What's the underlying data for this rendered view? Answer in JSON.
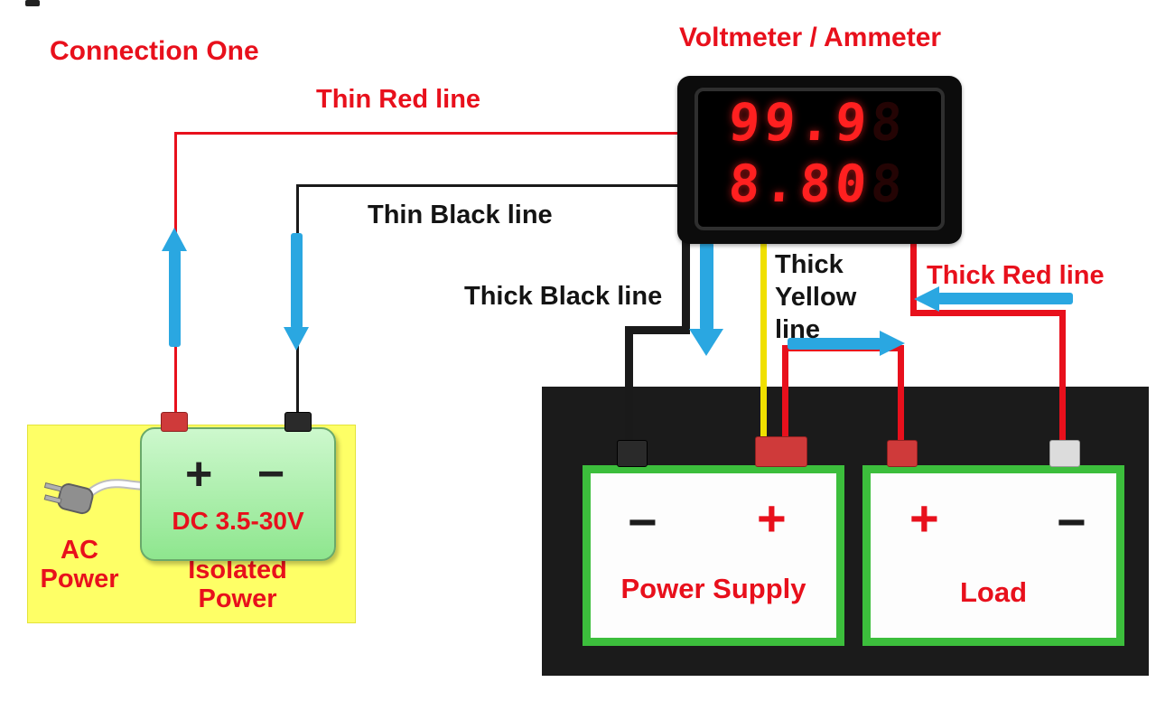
{
  "titles": {
    "connection_one": "Connection One",
    "voltmeter_ammeter": "Voltmeter / Ammeter"
  },
  "wire_labels": {
    "thin_red": "Thin Red line",
    "thin_black": "Thin Black line",
    "thick_black": "Thick Black line",
    "thick_yellow": [
      "Thick",
      "Yellow",
      "line"
    ],
    "thick_red": "Thick Red line"
  },
  "meter": {
    "display_row1": "99.9",
    "display_row2": "8.80",
    "display_ghost": "8"
  },
  "isolated_power": {
    "plus_symbol": "+",
    "minus_symbol": "−",
    "rating": "DC 3.5-30V",
    "name": [
      "Isolated",
      "Power"
    ]
  },
  "ac_power": {
    "name": [
      "AC",
      "Power"
    ]
  },
  "power_supply": {
    "minus_symbol": "−",
    "plus_symbol": "+",
    "name": "Power Supply"
  },
  "load": {
    "plus_symbol": "+",
    "minus_symbol": "−",
    "name": "Load"
  },
  "colors": {
    "label_red": "#e8101c",
    "label_black": "#141414",
    "wire_red": "#e8101c",
    "wire_black": "#1a1a1a",
    "wire_yellow": "#f0e000",
    "arrow_blue": "#2aa7e1",
    "panel_dark": "#1b1b1b",
    "unit_green_border": "#3cbe3c",
    "isolated_green": "#8ee68e",
    "ac_yellow": "#feff66",
    "display_red": "#ff2020"
  }
}
